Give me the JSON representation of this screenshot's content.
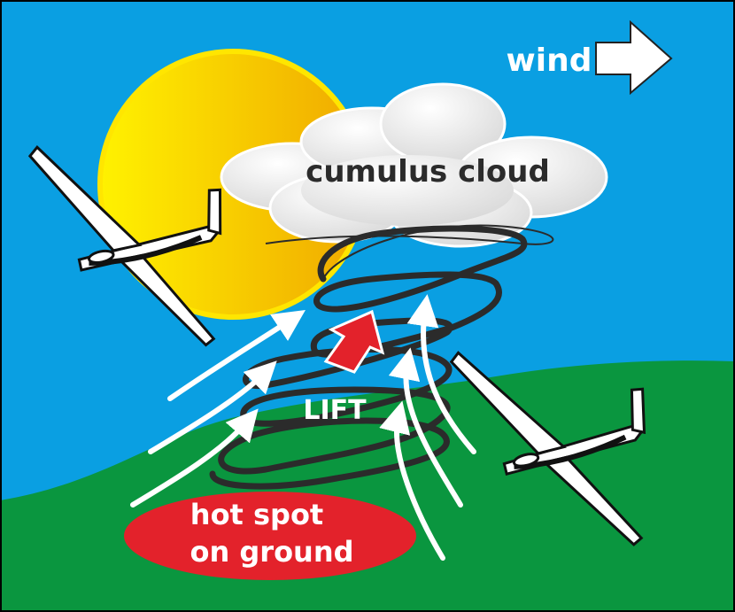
{
  "labels": {
    "wind": "wind",
    "cloud": "cumulus cloud",
    "lift": "LIFT",
    "hotspot_line1": "hot spot",
    "hotspot_line2": "on ground"
  },
  "colors": {
    "sky": "#0a9fe2",
    "ground": "#0a963f",
    "sun": "#f7d000",
    "hotspot": "#e3222b",
    "lift_arrow": "#e3222b",
    "cloud": "#f2f2f2",
    "spiral": "#2b2b2b"
  },
  "icons": [
    "sun",
    "cumulus-cloud",
    "wind-arrow",
    "glider",
    "thermal-spiral",
    "airflow-arrows",
    "lift-arrow"
  ]
}
